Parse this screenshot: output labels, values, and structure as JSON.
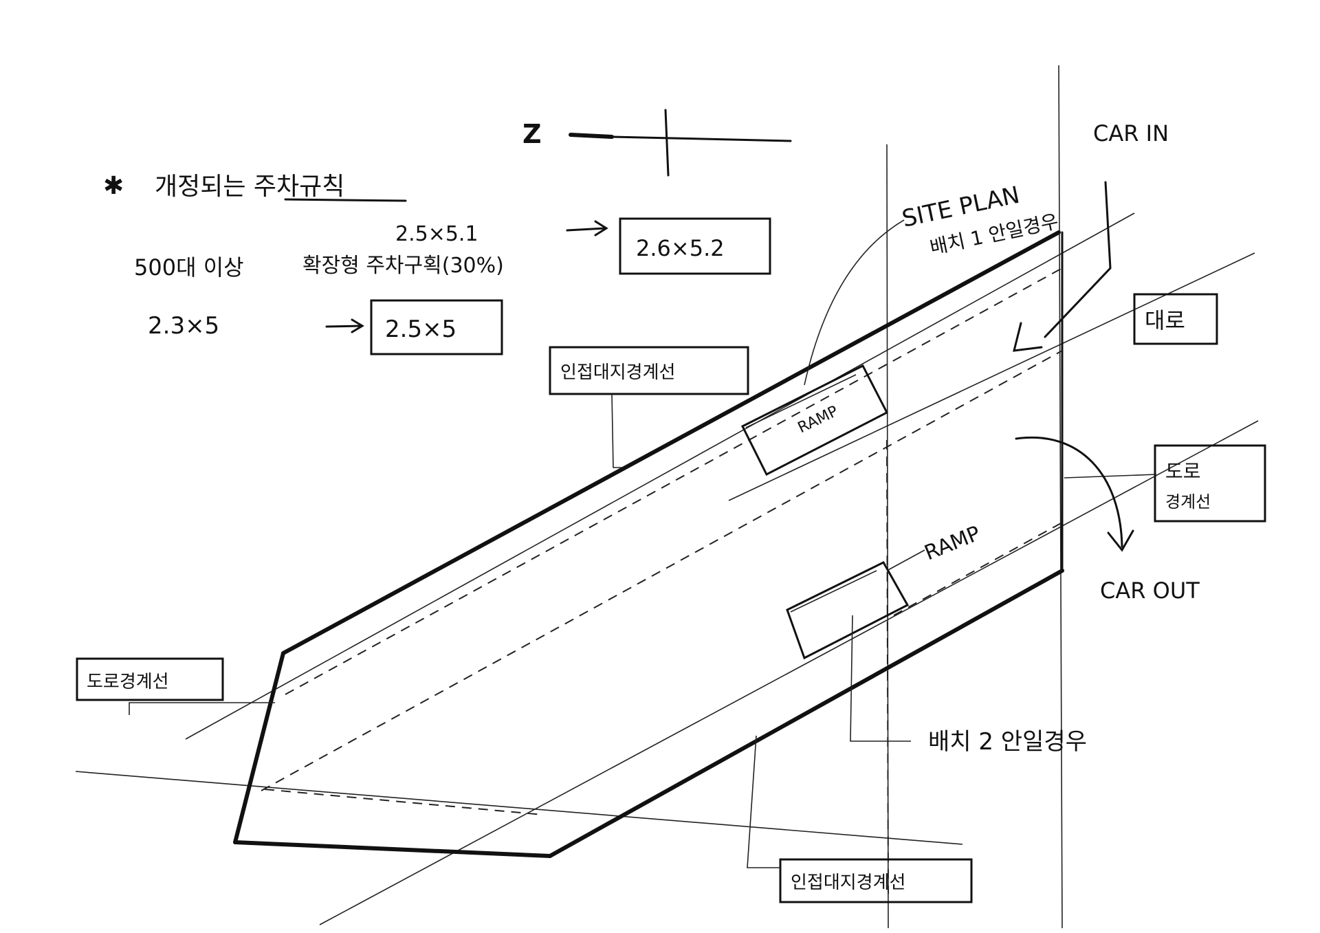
{
  "notes": {
    "header": "개정되는 주차규칙",
    "line1_label": "500대 이상",
    "line1_sub": "확장형 주차구획(30%)",
    "line1_from": "2.5×5.1",
    "line1_to": "2.6×5.2",
    "line2_from": "2.3×5",
    "line2_to": "2.5×5"
  },
  "labels": {
    "north_mark": "Z",
    "siteplan": "SITE PLAN",
    "siteplan_sub": "배치 1 안일경우",
    "car_in": "CAR IN",
    "car_out": "CAR OUT",
    "ramp_upper": "RAMP",
    "ramp_lower": "RAMP",
    "daero": "대로",
    "road_boundary_right": "도로",
    "road_boundary_right_2": "경계선",
    "road_boundary_left": "도로경계선",
    "adjacent_boundary_top": "인접대지경계선",
    "adjacent_boundary_bottom": "인접대지경계선",
    "layout2_note": "배치 2 안일경우"
  }
}
